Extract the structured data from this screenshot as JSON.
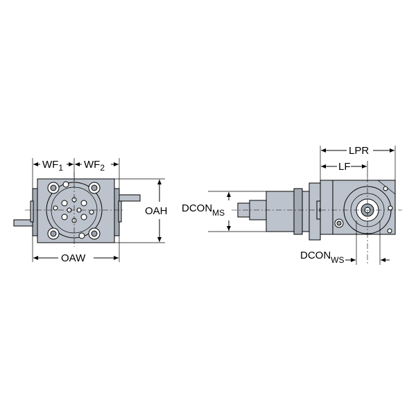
{
  "labels": {
    "wf1": "WF",
    "wf1_sub": "1",
    "wf2": "WF",
    "wf2_sub": "2",
    "oah": "OAH",
    "oaw": "OAW",
    "dcon_ms": "DCON",
    "dcon_ms_sub": "MS",
    "lpr": "LPR",
    "lf": "LF",
    "dcon_ws": "DCON",
    "dcon_ws_sub": "WS"
  },
  "colors": {
    "body": "#bcc3cc",
    "line": "#000000",
    "background": "#ffffff"
  }
}
